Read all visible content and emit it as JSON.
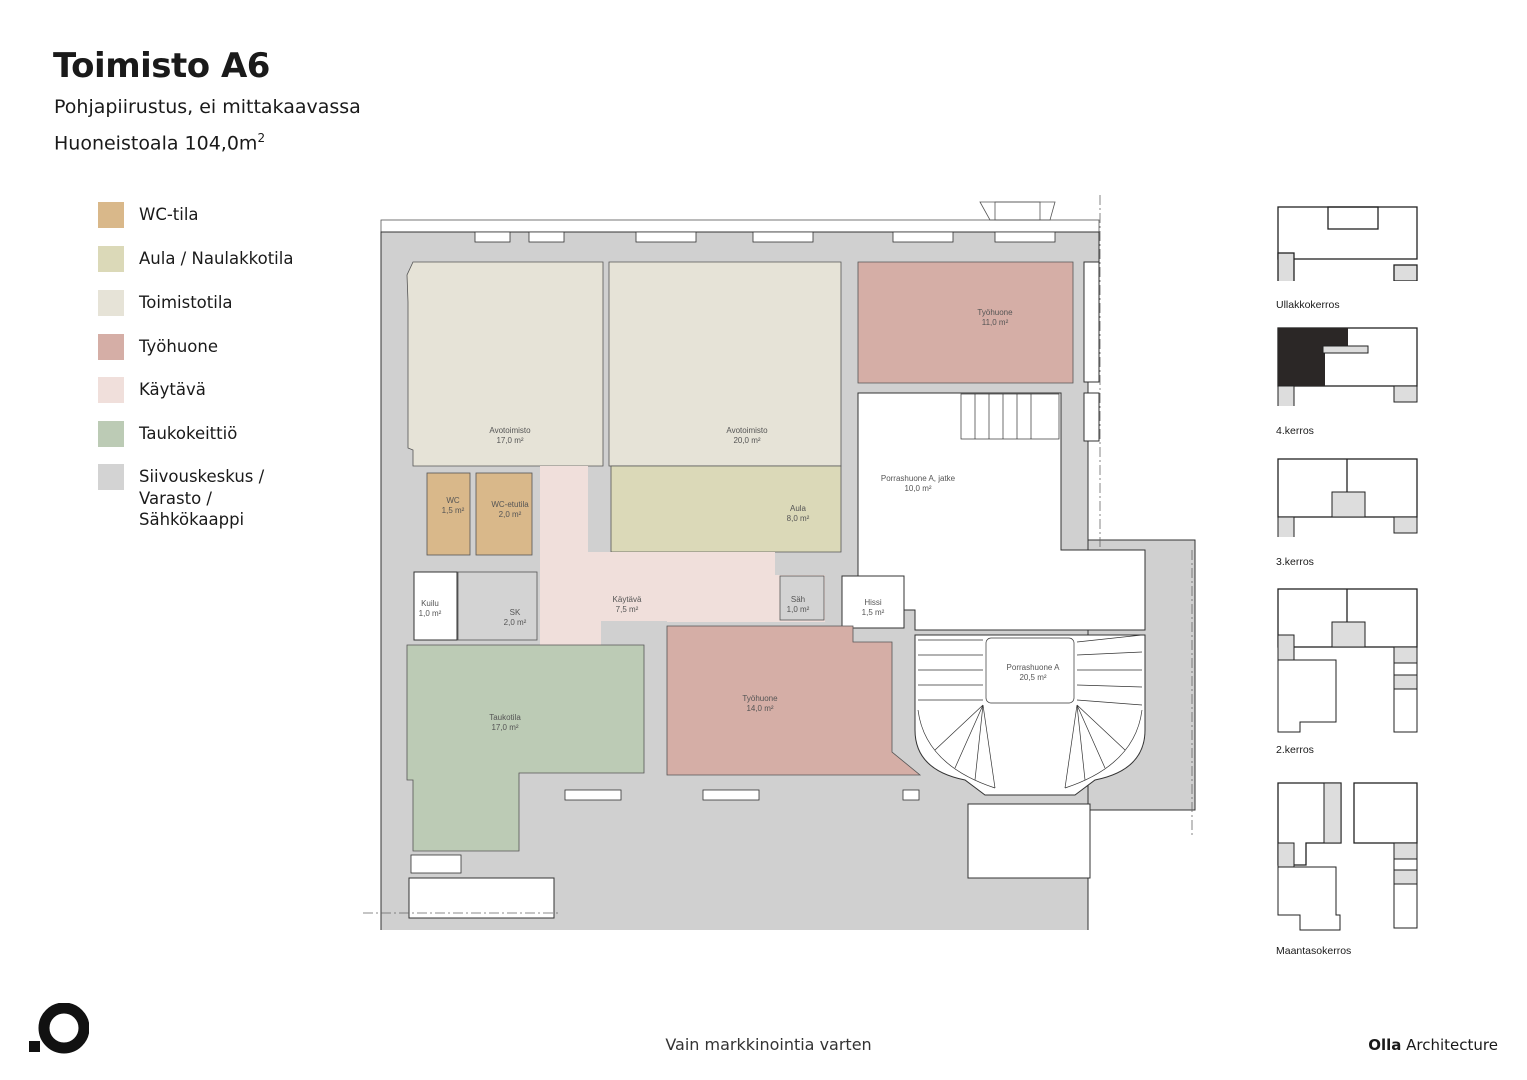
{
  "header": {
    "title": "Toimisto A6",
    "subtitle": "Pohjapiirustus, ei mittakaavassa",
    "area_label": "Huoneistoala 104,0m",
    "area_unit_sup": "2"
  },
  "legend": {
    "items": [
      {
        "label": "WC-tila",
        "color": "#d9b88a"
      },
      {
        "label": "Aula / Naulakkotila",
        "color": "#dbd9b8"
      },
      {
        "label": "Toimistotila",
        "color": "#e6e3d7"
      },
      {
        "label": "Työhuone",
        "color": "#d5aea6"
      },
      {
        "label": "Käytävä",
        "color": "#f0dfdb"
      },
      {
        "label": "Taukokeittiö",
        "color": "#bccbb5"
      },
      {
        "label": "Siivouskeskus /\nVarasto /\nSähkökaappi",
        "color": "#d3d3d3"
      }
    ]
  },
  "rooms": [
    {
      "name": "Avotoimisto",
      "area": "17,0 m²"
    },
    {
      "name": "Avotoimisto",
      "area": "20,0 m²"
    },
    {
      "name": "Työhuone",
      "area": "11,0 m²"
    },
    {
      "name": "WC",
      "area": "1,5 m²"
    },
    {
      "name": "WC-etutila",
      "area": "2,0 m²"
    },
    {
      "name": "Aula",
      "area": "8,0 m²"
    },
    {
      "name": "Porrashuone A, jatke",
      "area": "10,0 m²"
    },
    {
      "name": "Kuilu",
      "area": "1,0 m²"
    },
    {
      "name": "SK",
      "area": "2,0 m²"
    },
    {
      "name": "Käytävä",
      "area": "7,5 m²"
    },
    {
      "name": "Säh",
      "area": "1,0 m²"
    },
    {
      "name": "Hissi",
      "area": "1,5 m²"
    },
    {
      "name": "Porrashuone A",
      "area": "20,5 m²"
    },
    {
      "name": "Taukotila",
      "area": "17,0 m²"
    },
    {
      "name": "Työhuone",
      "area": "14,0 m²"
    }
  ],
  "floor_selector": {
    "floors": [
      {
        "label": "Ullakkokerros",
        "active": false
      },
      {
        "label": "4.kerros",
        "active": true
      },
      {
        "label": "3.kerros",
        "active": false
      },
      {
        "label": "2.kerros",
        "active": false
      },
      {
        "label": "Maantasokerros",
        "active": false
      }
    ]
  },
  "footer": {
    "disclaimer": "Vain markkinointia varten",
    "brand_bold": "Olla",
    "brand_rest": " Architecture"
  },
  "colors": {
    "wall": "#d0d0d0",
    "line": "#333333",
    "wc": "#d9b88a",
    "aula": "#dbd9b8",
    "office": "#e6e3d7",
    "work": "#d5aea6",
    "corridor": "#f0dfdb",
    "break": "#bccbb5",
    "storage": "#d3d3d3",
    "active_floor": "#2b2726"
  }
}
